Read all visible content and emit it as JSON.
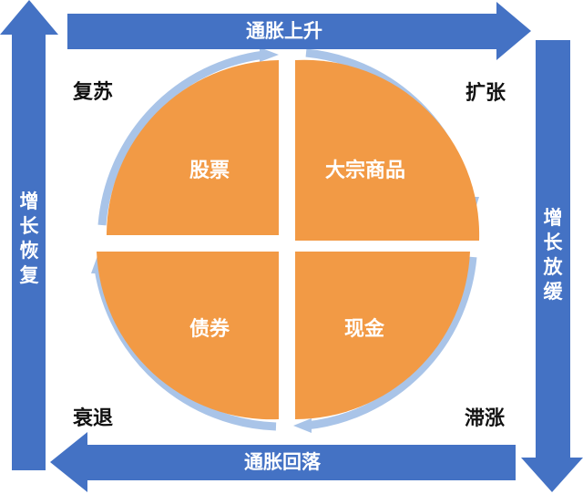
{
  "colors": {
    "arrow_blue": "#4472c4",
    "quadrant_orange": "#f29a45",
    "ring_light_blue": "#a9c4e8",
    "text_white": "#ffffff",
    "text_dark": "#111111"
  },
  "arrows": {
    "top": "通胀上升",
    "bottom": "通胀回落",
    "left": "增长恢复",
    "right": "增长放缓"
  },
  "phases": {
    "top_left": "复苏",
    "top_right": "扩张",
    "bottom_left": "衰退",
    "bottom_right": "滞涨"
  },
  "assets": {
    "top_left": "股票",
    "top_right": "大宗商品",
    "bottom_left": "债券",
    "bottom_right": "现金"
  }
}
